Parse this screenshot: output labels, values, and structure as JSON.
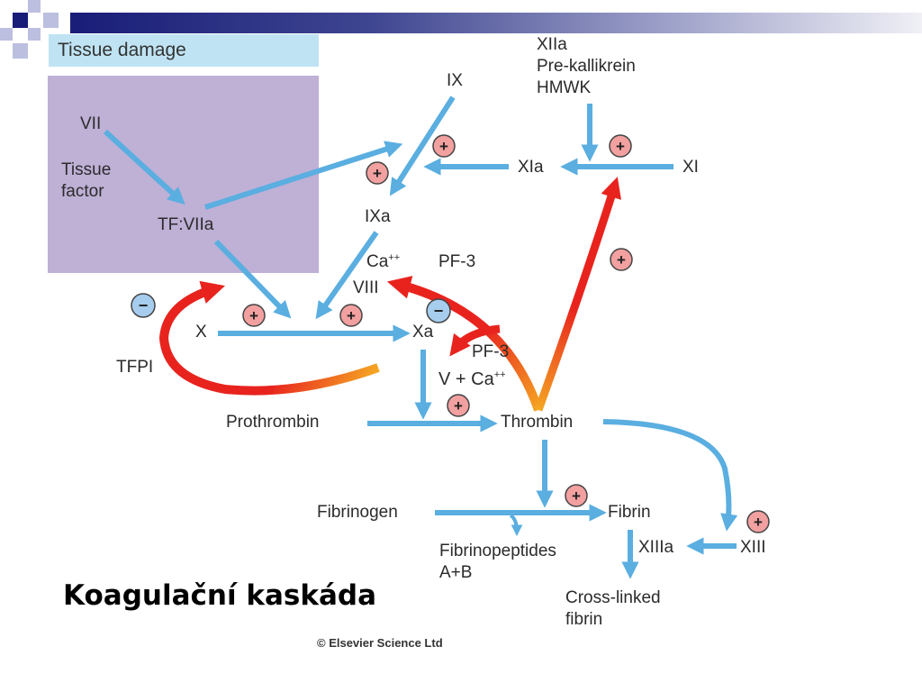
{
  "colors": {
    "arrow_blue": "#5aaee0",
    "header_bar": "#191d78",
    "tissue_header_bg": "#bfe3f3",
    "tissue_box_bg": "#bfb0d6",
    "plus_badge": "#f2a0a0",
    "minus_badge": "#a6cdee",
    "feedback_red": "#e8231e",
    "feedback_orange": "#f5a623"
  },
  "header": {
    "tissue_damage": "Tissue damage"
  },
  "nodes": {
    "vii": "VII",
    "tissue_factor_1": "Tissue",
    "tissue_factor_2": "factor",
    "tf_viia": "TF:VIIa",
    "ix": "IX",
    "ixa": "IXa",
    "xiia": "XIIa",
    "prekallikrein": "Pre-kallikrein",
    "hmwk": "HMWK",
    "xia": "XIa",
    "xi": "XI",
    "ca_1": "Ca",
    "ca_1_sup": "++",
    "pf3_1": "PF-3",
    "viii": "VIII",
    "x": "X",
    "xa": "Xa",
    "tfpi": "TFPI",
    "pf3_2": "PF-3",
    "v_ca": "V + Ca",
    "v_ca_sup": "++",
    "prothrombin": "Prothrombin",
    "thrombin": "Thrombin",
    "fibrinogen": "Fibrinogen",
    "fibrin": "Fibrin",
    "fibrinopeptides_1": "Fibrinopeptides",
    "fibrinopeptides_2": "A+B",
    "xiiia": "XIIIa",
    "xiii": "XIII",
    "cross_linked_1": "Cross-linked",
    "cross_linked_2": "fibrin"
  },
  "badges": {
    "plus": "+",
    "minus": "−"
  },
  "title": "Koagulační kaskáda",
  "copyright": "© Elsevier Science Ltd"
}
